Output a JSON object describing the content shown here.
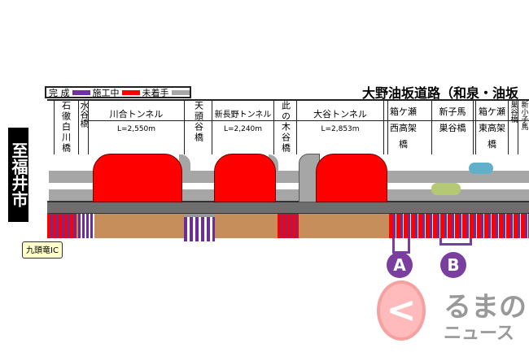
{
  "legend": {
    "completed": "完 成",
    "in_progress": "施工中",
    "not_started": "未着手",
    "colors": {
      "completed": "#7030a0",
      "in_progress": "#ff0000",
      "not_started": "#a6a6a6"
    }
  },
  "title": "大野油坂道路（和泉・油坂",
  "direction": "至福井市",
  "interchange": "九頭竜IC",
  "columns": [
    {
      "name": "石徹白川橋"
    },
    {
      "name": "水谷橋"
    },
    {
      "name": "川合トンネル",
      "length": "L=2,550m"
    },
    {
      "name": "天頭谷橋"
    },
    {
      "name": "新長野トンネル",
      "length": "L=2,240m"
    },
    {
      "name": "此の木谷橋"
    },
    {
      "name": "大谷トンネル",
      "length": "L=2,853m"
    },
    {
      "name": "箱ケ瀬西高架橋"
    },
    {
      "name": "新子馬巣谷橋"
    },
    {
      "name": "箱ケ瀬東高架橋"
    },
    {
      "name": "巣谷橋"
    },
    {
      "name": "新小子馬"
    }
  ],
  "markers": [
    "A",
    "B"
  ],
  "logo": {
    "line1": "るまの",
    "line2": "ニュース"
  }
}
